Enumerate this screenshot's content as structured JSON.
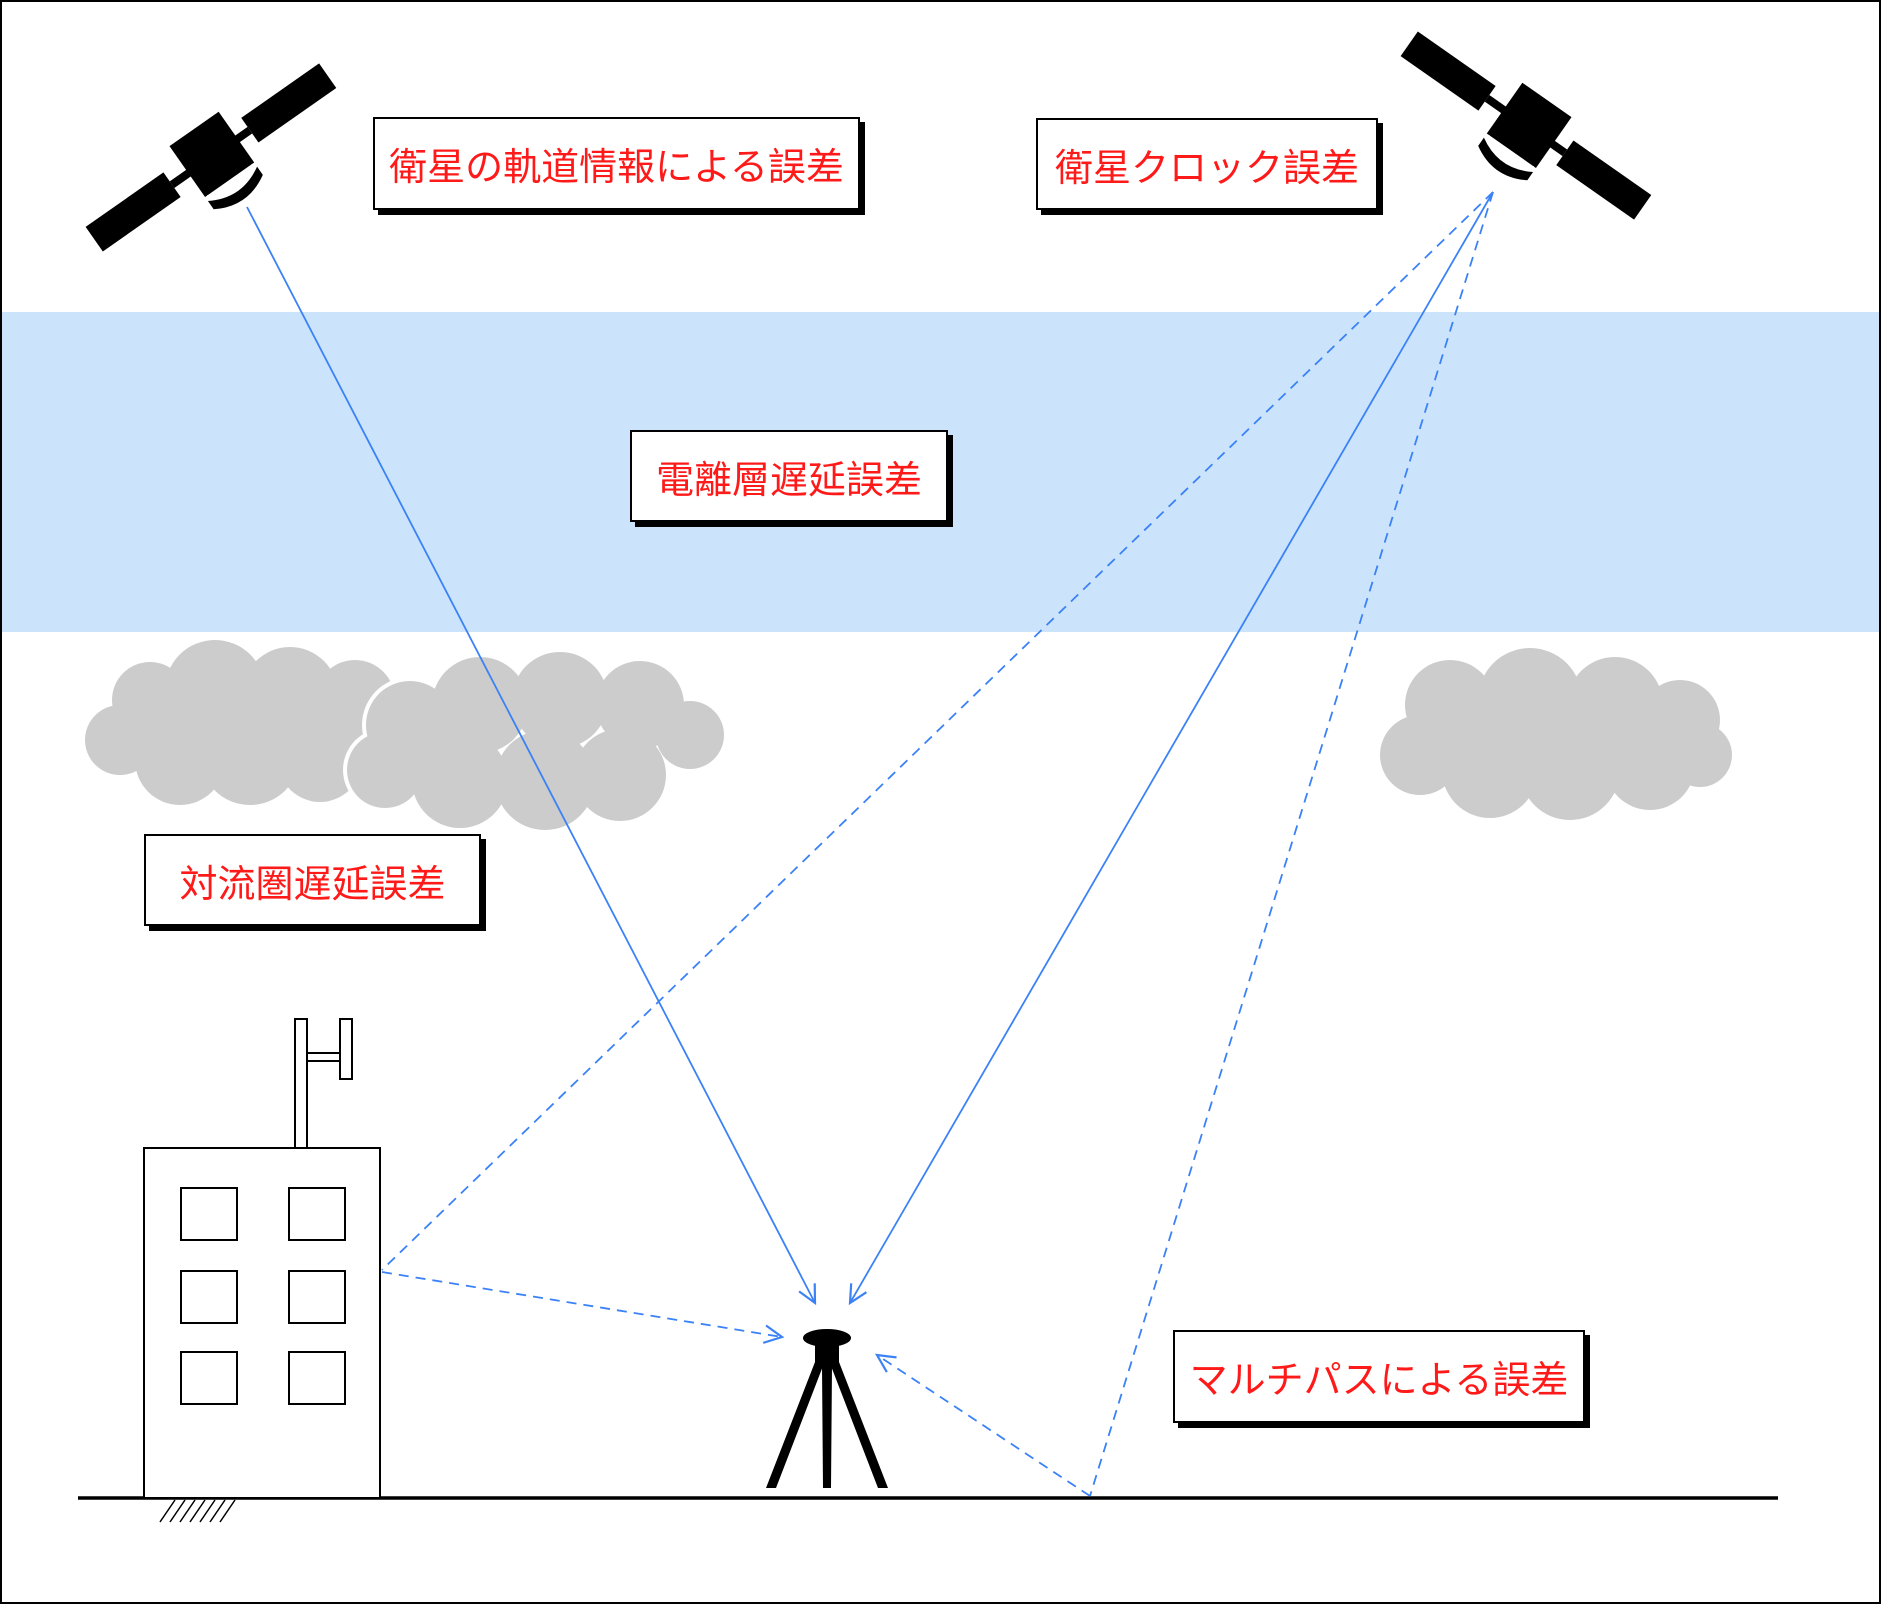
{
  "colors": {
    "label_text": "#ff1a1a",
    "ionosphere_band": "#cce4fb",
    "signal_line": "#3b82f6",
    "cloud": "#cccccc",
    "outline": "#000000"
  },
  "labels": {
    "orbit_error": "衛星の軌道情報による誤差",
    "clock_error": "衛星クロック誤差",
    "ionosphere_error": "電離層遅延誤差",
    "troposphere_error": "対流圏遅延誤差",
    "multipath_error": "マルチパスによる誤差"
  },
  "icons": {
    "satellite_left": "satellite-icon",
    "satellite_right": "satellite-icon",
    "receiver": "gnss-receiver-tripod-icon",
    "building": "building-icon",
    "antenna": "antenna-icon",
    "clouds": "cloud-icon"
  }
}
